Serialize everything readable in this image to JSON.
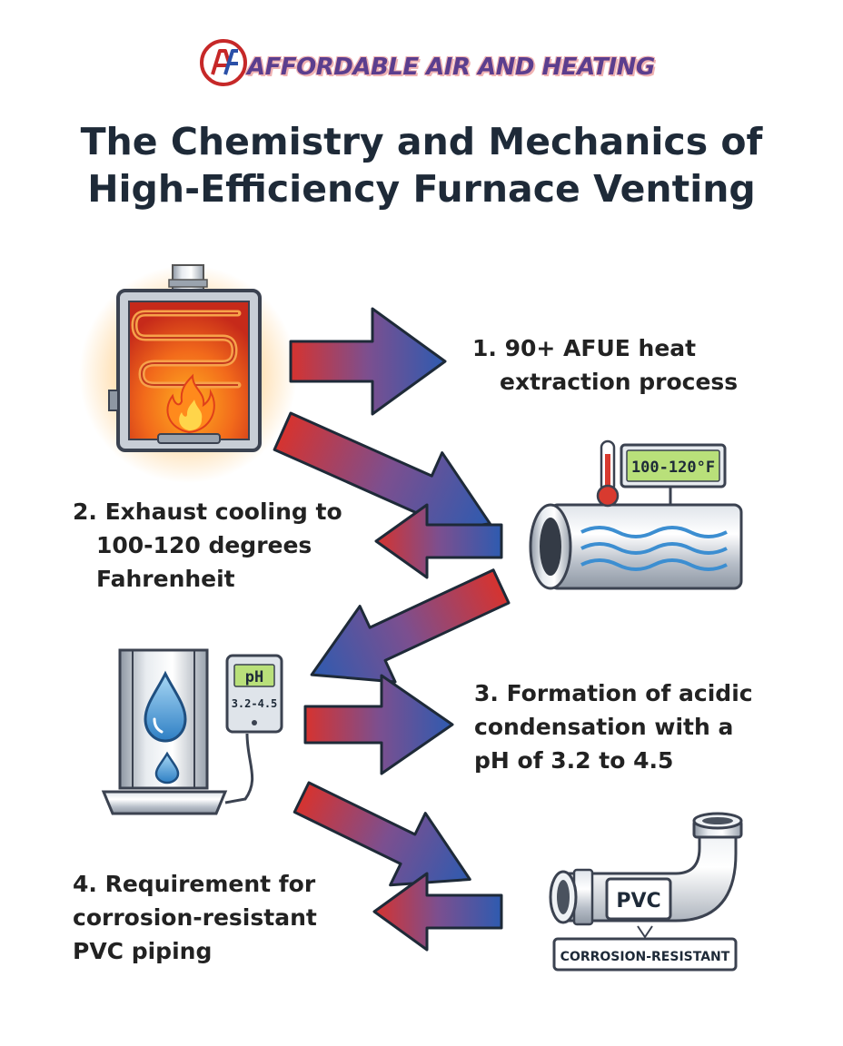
{
  "brand": {
    "name": "AFFORDABLE AIR AND HEATING",
    "colors": {
      "red": "#c62828",
      "blue": "#2b50a8",
      "purple": "#5b3e8e"
    }
  },
  "title": {
    "line1": "The Chemistry and Mechanics of",
    "line2": "High-Efficiency Furnace Venting"
  },
  "steps": [
    {
      "line1": "1. 90+ AFUE heat",
      "line2": "extraction process"
    },
    {
      "line1": "2. Exhaust cooling to",
      "line2": "100-120 degrees",
      "line3": "Fahrenheit"
    },
    {
      "line1": "3. Formation of acidic",
      "line2": "condensation with a",
      "line3": "pH of 3.2 to 4.5"
    },
    {
      "line1": "4. Requirement for",
      "line2": "corrosion-resistant",
      "line3": "PVC piping"
    }
  ],
  "labels": {
    "temperature": "100-120°F",
    "ph_title": "pH",
    "ph_range": "3.2-4.5",
    "pvc": "PVC",
    "corrosion": "CORROSION-RESISTANT"
  },
  "icons": [
    "furnace-icon",
    "flame-icon",
    "thermometer-icon",
    "pipe-icon",
    "water-droplet-icon",
    "ph-meter-icon",
    "pvc-elbow-icon",
    "arrow-icon"
  ]
}
